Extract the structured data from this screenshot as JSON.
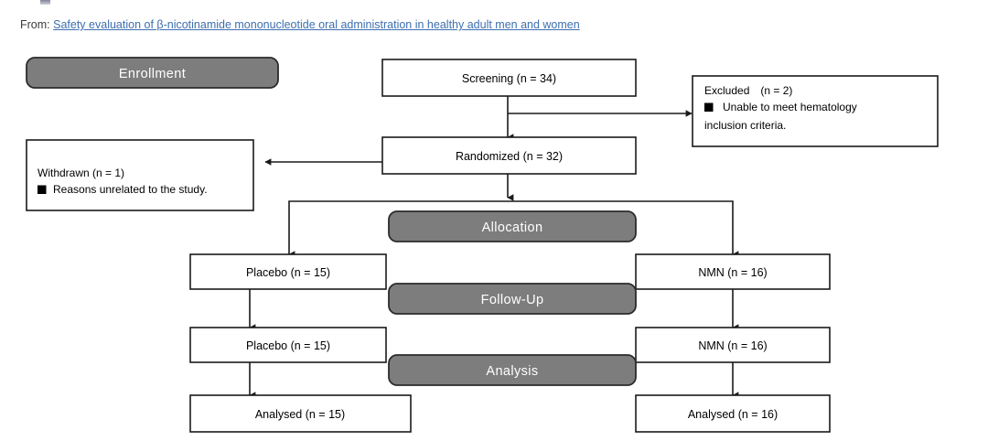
{
  "header": {
    "from_label": "From:",
    "source_title": "Safety evaluation of β-nicotinamide mononucleotide oral administration in healthy adult men and women"
  },
  "colors": {
    "banner_fill": "#7d7d7d",
    "banner_stroke": "#2b2b2b",
    "banner_text": "#ffffff",
    "box_fill": "#ffffff",
    "box_stroke": "#1a1a1a",
    "link": "#3d6fb0",
    "text": "#000000"
  },
  "phases": {
    "enrollment": "Enrollment",
    "allocation": "Allocation",
    "followup": "Follow-Up",
    "analysis": "Analysis"
  },
  "boxes": {
    "screening": "Screening (n = 34)",
    "randomized": "Randomized (n = 32)",
    "placebo_alloc": "Placebo (n = 15)",
    "nmn_alloc": "NMN (n = 16)",
    "placebo_follow": "Placebo (n = 15)",
    "nmn_follow": "NMN (n = 16)",
    "analysed_placebo": "Analysed (n = 15)",
    "analysed_nmn": "Analysed (n = 16)"
  },
  "excluded_note": {
    "title": "Excluded　(n = 2)",
    "reason_line1": "Unable to meet hematology",
    "reason_line2": "inclusion criteria."
  },
  "withdrawn_note": {
    "title": "Withdrawn (n = 1)",
    "reason_line1": "Reasons unrelated to the study."
  },
  "chart_data": {
    "type": "diagram",
    "title": "CONSORT participant flow diagram",
    "nodes": [
      {
        "id": "screening",
        "label": "Screening (n = 34)",
        "n": 34,
        "phase": "Enrollment"
      },
      {
        "id": "excluded",
        "label": "Excluded (n = 2)",
        "n": 2,
        "phase": "Enrollment",
        "reasons": [
          "Unable to meet hematology inclusion criteria."
        ]
      },
      {
        "id": "randomized",
        "label": "Randomized (n = 32)",
        "n": 32,
        "phase": "Enrollment"
      },
      {
        "id": "withdrawn",
        "label": "Withdrawn (n = 1)",
        "n": 1,
        "phase": "Enrollment",
        "reasons": [
          "Reasons unrelated to the study."
        ]
      },
      {
        "id": "placebo_alloc",
        "label": "Placebo (n = 15)",
        "n": 15,
        "phase": "Allocation"
      },
      {
        "id": "nmn_alloc",
        "label": "NMN (n = 16)",
        "n": 16,
        "phase": "Allocation"
      },
      {
        "id": "placebo_follow",
        "label": "Placebo (n = 15)",
        "n": 15,
        "phase": "Follow-Up"
      },
      {
        "id": "nmn_follow",
        "label": "NMN (n = 16)",
        "n": 16,
        "phase": "Follow-Up"
      },
      {
        "id": "analysed_placebo",
        "label": "Analysed (n = 15)",
        "n": 15,
        "phase": "Analysis"
      },
      {
        "id": "analysed_nmn",
        "label": "Analysed (n = 16)",
        "n": 16,
        "phase": "Analysis"
      }
    ],
    "edges": [
      {
        "from": "screening",
        "to": "excluded"
      },
      {
        "from": "screening",
        "to": "randomized"
      },
      {
        "from": "randomized",
        "to": "withdrawn"
      },
      {
        "from": "randomized",
        "to": "placebo_alloc"
      },
      {
        "from": "randomized",
        "to": "nmn_alloc"
      },
      {
        "from": "placebo_alloc",
        "to": "placebo_follow"
      },
      {
        "from": "nmn_alloc",
        "to": "nmn_follow"
      },
      {
        "from": "placebo_follow",
        "to": "analysed_placebo"
      },
      {
        "from": "nmn_follow",
        "to": "analysed_nmn"
      }
    ]
  }
}
